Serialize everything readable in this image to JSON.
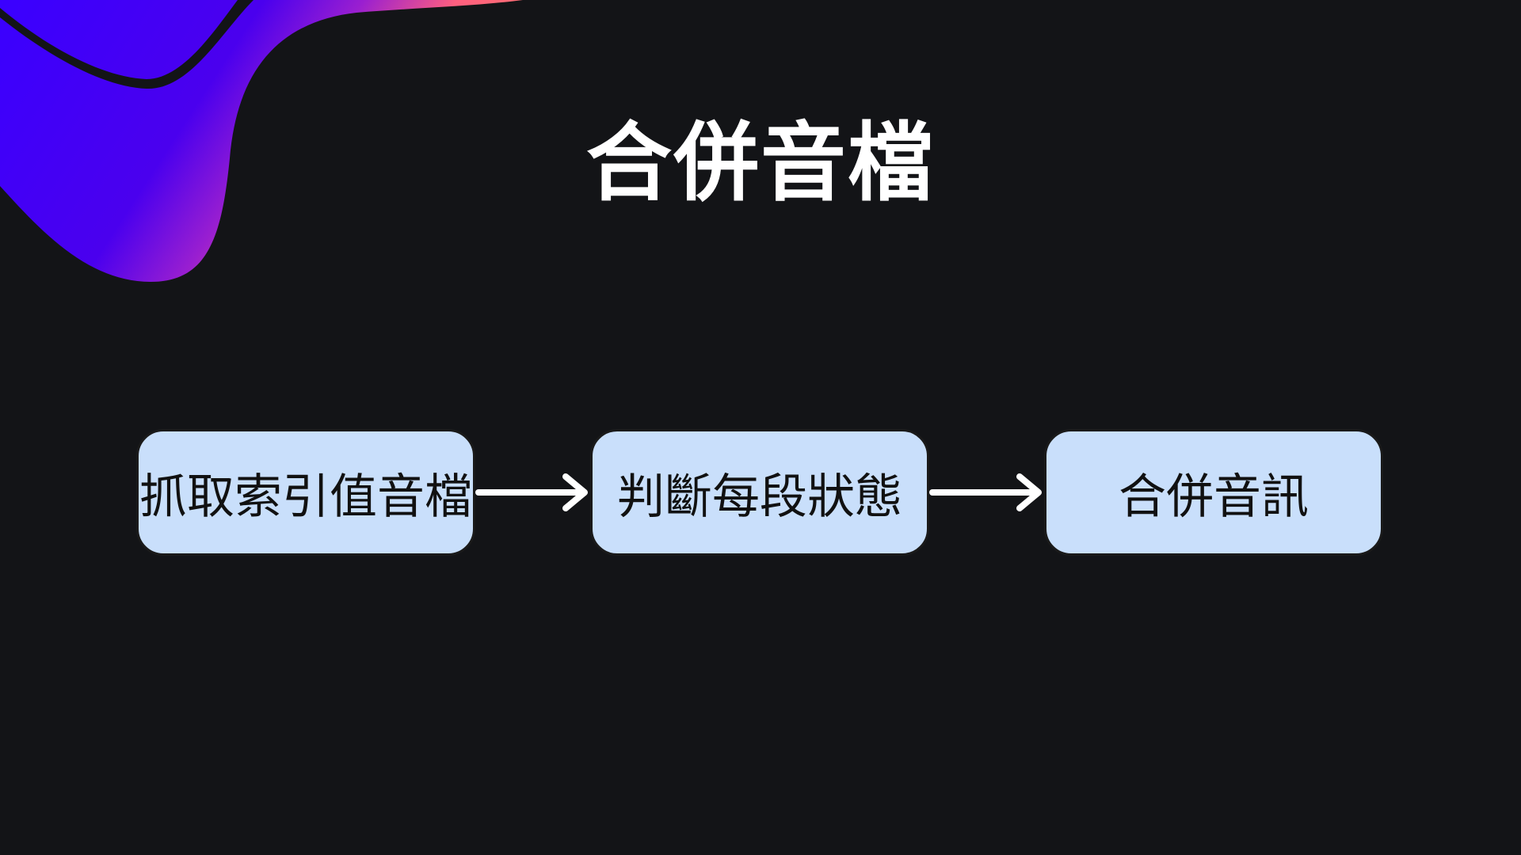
{
  "slide": {
    "title": "合併音檔"
  },
  "flow": {
    "steps": [
      "抓取索引值音檔",
      "判斷每段狀態",
      "合併音訊"
    ]
  },
  "colors": {
    "background": "#131417",
    "node_fill": "#c9dffb",
    "node_border": "#1a1a1a",
    "arrow": "#ffffff",
    "title": "#ffffff",
    "decor_gradient": [
      "#ff6b6b",
      "#c026d3",
      "#4f1bf0",
      "#3a00ff"
    ]
  }
}
